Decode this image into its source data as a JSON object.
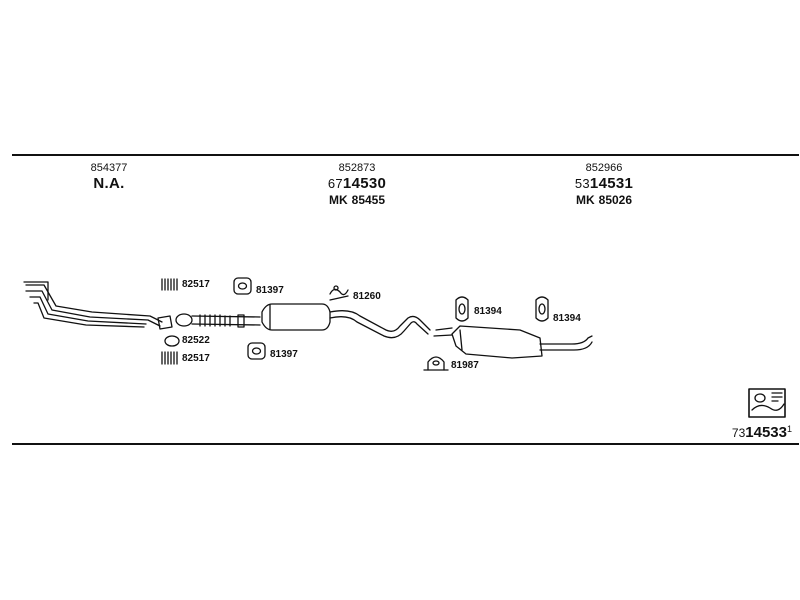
{
  "header": {
    "left": {
      "code": "854377",
      "main": "N.A."
    },
    "center": {
      "code": "852873",
      "main_prefix": "67",
      "main": "14530",
      "mk_tag": "MK",
      "mk_number": "85455"
    },
    "right": {
      "code": "852966",
      "main_prefix": "53",
      "main": "14531",
      "mk_tag": "MK",
      "mk_number": "85026"
    }
  },
  "parts": {
    "clamp_top": "82517",
    "gasket": "82522",
    "clamp_bottom": "82517",
    "rubber_mount_top": "81397",
    "rubber_mount_bottom": "81397",
    "mounting_kit": "81260",
    "hanger_left": "81394",
    "hanger_right": "81394",
    "muffler_bracket": "81987"
  },
  "footer": {
    "prefix": "73",
    "number": "14533",
    "suffix": "1"
  }
}
